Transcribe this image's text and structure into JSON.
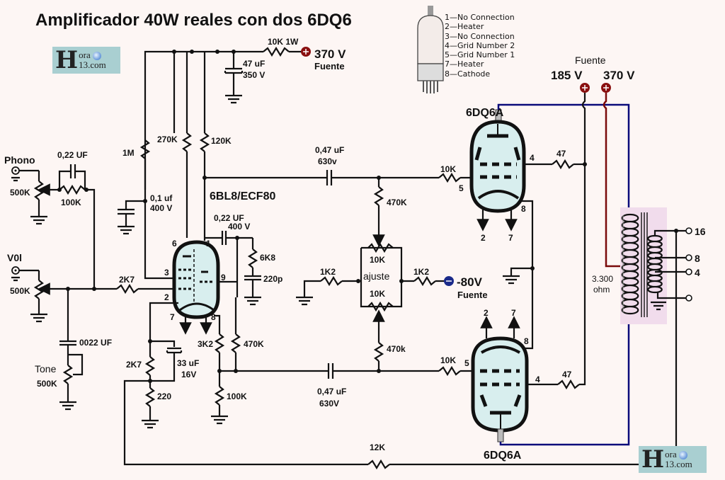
{
  "title": "Amplificador 40W reales con dos 6DQ6",
  "watermark": {
    "line1": "ora",
    "line2": "13.com",
    "initial": "H"
  },
  "pinout_legend": {
    "tube": "6DQ6A",
    "pins": [
      {
        "pin": "1",
        "name": "No Connection"
      },
      {
        "pin": "2",
        "name": "Heater"
      },
      {
        "pin": "3",
        "name": "No Connection"
      },
      {
        "pin": "4",
        "name": "Grid Number 2"
      },
      {
        "pin": "5",
        "name": "Grid Number 1"
      },
      {
        "pin": "7",
        "name": "Heater"
      },
      {
        "pin": "8",
        "name": "Cathode"
      }
    ]
  },
  "supplies": {
    "top": {
      "voltage": "370 V",
      "label": "Fuente"
    },
    "right_label": "Fuente",
    "right_185": "185 V",
    "right_370": "370 V",
    "bias": {
      "voltage": "-80V",
      "label": "Fuente"
    }
  },
  "inputs": {
    "phono": "Phono",
    "vol": "V0l",
    "tone": "Tone"
  },
  "components": {
    "r_10k_1w": "10K 1W",
    "c_47uf": "47 uF",
    "c_47uf_v": "350 V",
    "r_1m": "1M",
    "r_270k": "270K",
    "r_120k": "120K",
    "c_022_phono": "0,22 UF",
    "pot_phono": "500K",
    "r_100k_phono": "100K",
    "c_01uf": "0,1 uf",
    "c_01uf_v": "400 V",
    "tube_pre": "6BL8/ECF80",
    "c_022_pre": "0,22 UF",
    "c_022_pre_v": "400 V",
    "r_6k8": "6K8",
    "c_220p": "220p",
    "pot_vol": "500K",
    "r_2k7_in": "2K7",
    "c_0022": "0022 UF",
    "pot_tone": "500K",
    "r_2k7_cath": "2K7",
    "c_33uf": "33 uF",
    "c_33uf_v": "16V",
    "r_220": "220",
    "r_3k2": "3K2",
    "r_470k_pi": "470K",
    "r_100k_pi": "100K",
    "c_047_top": "0,47 uF",
    "c_047_top_v": "630v",
    "c_047_bot": "0,47 uF",
    "c_047_bot_v": "630V",
    "r_470k_top": "470K",
    "r_470k_bot": "470k",
    "r_10k_top": "10K",
    "r_10k_bot": "10K",
    "trim_top": "10K",
    "trim_bot": "10K",
    "trim_label": "ajuste",
    "r_1k2_left": "1K2",
    "r_1k2_right": "1K2",
    "r_47_top": "47",
    "r_47_bot": "47",
    "r_12k": "12K",
    "tube_out_top": "6DQ6A",
    "tube_out_bot": "6DQ6A",
    "transformer_imp": "3.300",
    "transformer_unit": "ohm",
    "taps": [
      "16",
      "8",
      "4"
    ]
  },
  "pins": {
    "pre": {
      "p6": "6",
      "p1": "1",
      "p3": "3",
      "p2": "2",
      "p9": "9",
      "p7": "7",
      "p8": "8"
    },
    "top": {
      "p4": "4",
      "p5": "5",
      "p8": "8",
      "p2": "2",
      "p7": "7"
    },
    "bot": {
      "p4": "4",
      "p5": "5",
      "p8": "8",
      "p2": "2",
      "p7": "7"
    }
  }
}
